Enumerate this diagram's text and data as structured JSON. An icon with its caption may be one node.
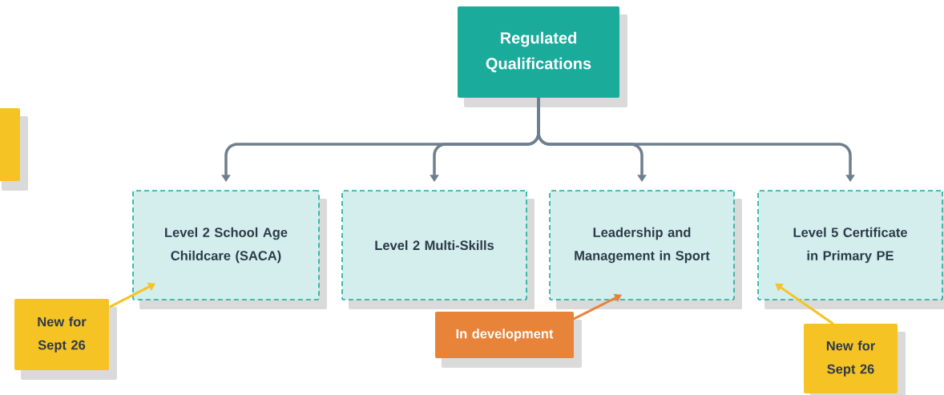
{
  "diagram": {
    "nodes": [
      {
        "text": [
          "Regulated Qualifications"
        ]
      },
      {
        "text": [],
        "shape": "box"
      },
      {
        "text": [
          "Level 2 School Age Childcare (SACA)"
        ]
      },
      {
        "text": [
          "Level 2 Multi-Skills"
        ]
      },
      {
        "text": [
          "Leadership and Management in Sport"
        ]
      },
      {
        "text": [
          "Level 5 Certificate in Primary PE"
        ]
      },
      {
        "text": [
          "New for Sept 26"
        ]
      },
      {
        "text": [
          "In development"
        ]
      },
      {
        "text": [
          "New for Sept 26"
        ]
      }
    ],
    "edges": [
      {
        "from": 0,
        "to": 2,
        "arrow": "to"
      },
      {
        "from": 0,
        "to": 3,
        "arrow": "to"
      },
      {
        "from": 0,
        "to": 4,
        "arrow": "to"
      },
      {
        "from": 0,
        "to": 5,
        "arrow": "to"
      },
      {
        "from": 6,
        "to": 2,
        "arrow": "to",
        "color": "#f6c325"
      },
      {
        "from": 7,
        "to": 4,
        "arrow": "to",
        "color": "#e8843a"
      },
      {
        "from": 8,
        "to": 5,
        "arrow": "to",
        "color": "#f6c325"
      }
    ]
  }
}
